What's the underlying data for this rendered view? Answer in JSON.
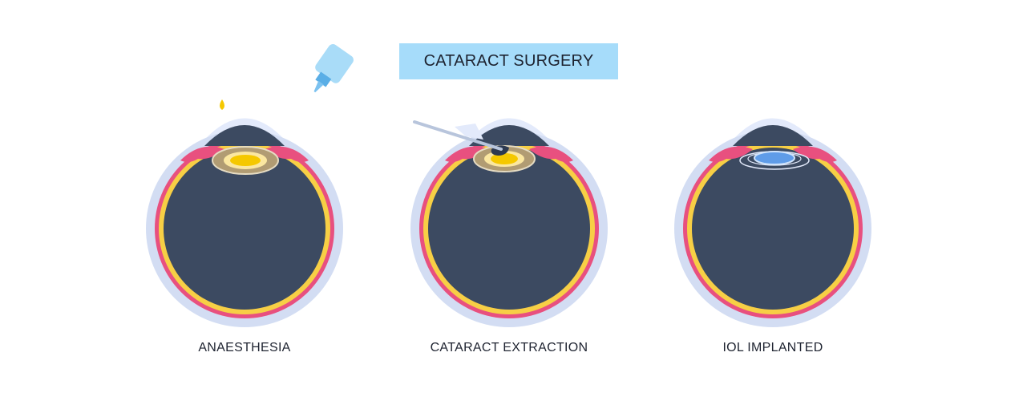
{
  "title": "CATARACT SURGERY",
  "stages": [
    {
      "id": "anaesthesia",
      "label": "ANAESTHESIA"
    },
    {
      "id": "extraction",
      "label": "CATARACT EXTRACTION"
    },
    {
      "id": "iol",
      "label": "IOL IMPLANTED"
    }
  ],
  "colors": {
    "title_bg": "#a6dcfa",
    "eye_interior": "#3c4a61",
    "sclera_outer": "#d3ddf3",
    "choroid": "#e8507f",
    "retina": "#f7cf45",
    "cornea": "#e3eafb",
    "iris_ring": "#b19c73",
    "lens_cataract": "#f5c800",
    "iol": "#5f9ce8",
    "drop_bottle": "#8ecff5"
  }
}
